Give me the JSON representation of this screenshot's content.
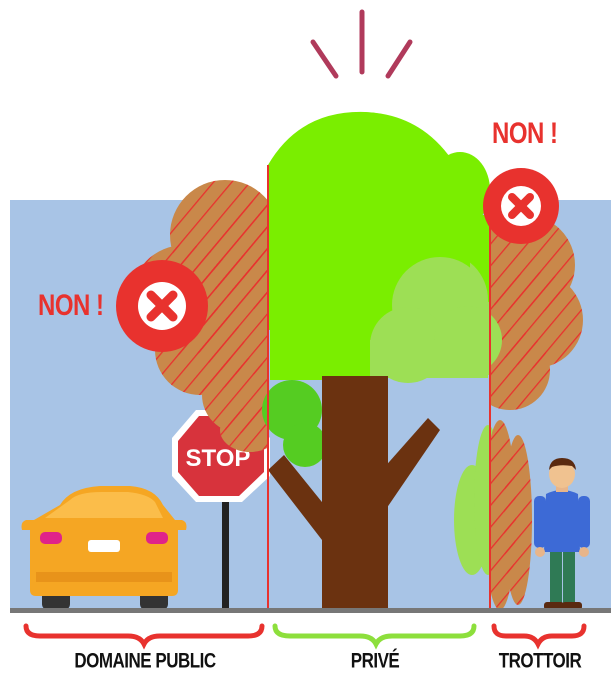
{
  "labels": {
    "non_left": "NON !",
    "non_right": "NON !",
    "stop_sign": "STOP",
    "zone_public": "DOMAINE PUBLIC",
    "zone_private": "PRIVÉ",
    "zone_sidewalk": "TROTTOIR"
  },
  "colors": {
    "sky": "#a8c4e6",
    "forbidden_red": "#e8322e",
    "private_green": "#8ddf3c",
    "canopy_green": "#7aee00",
    "overhang_brown": "#c9884a",
    "trunk": "#6b3210",
    "car": "#f5a623",
    "ground": "#777777"
  },
  "icons": {
    "forbidden": "close-icon",
    "emphasis": "attention-lines-icon"
  }
}
